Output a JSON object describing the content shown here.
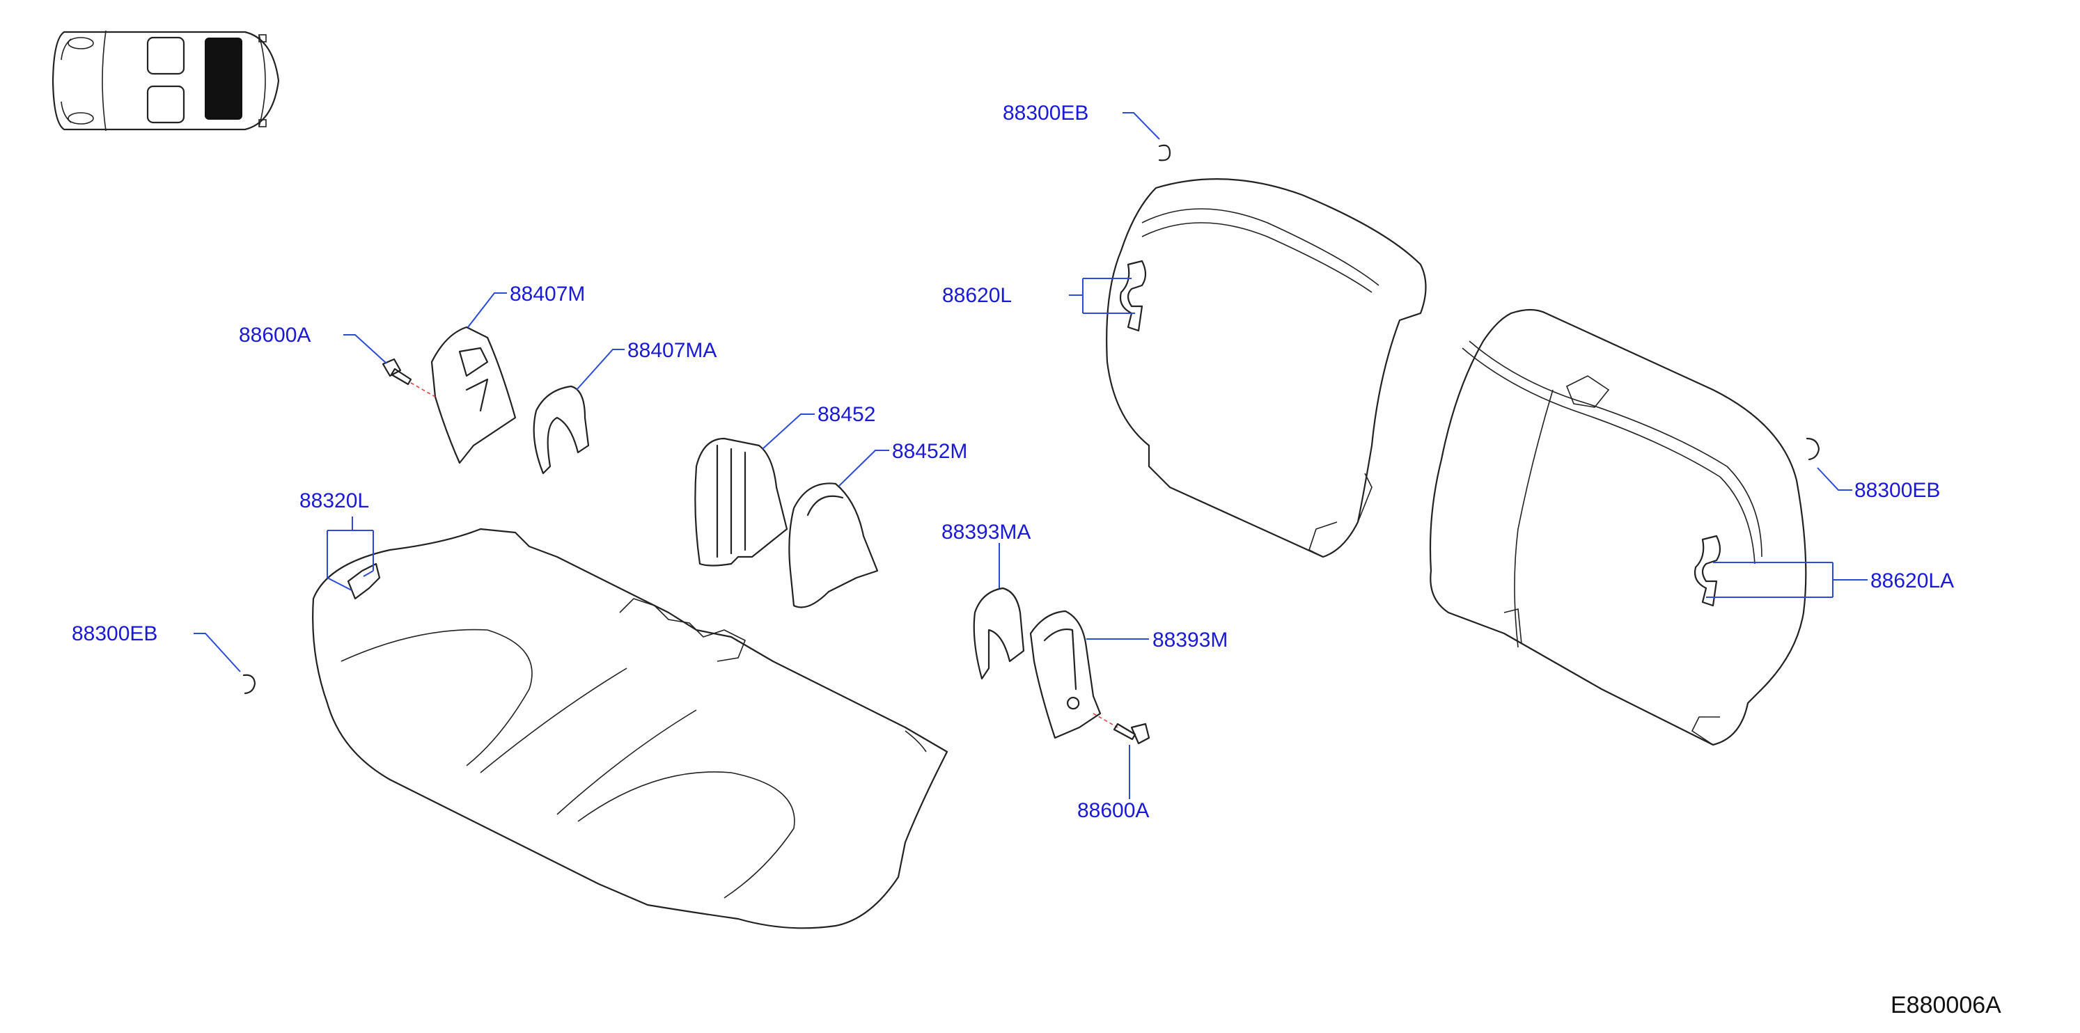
{
  "diagram_code": "E880006A",
  "colors": {
    "label": "#1a1ad6",
    "leader": "#2a4bd6",
    "outline": "#222222",
    "highlight": "#111111"
  },
  "icons": {
    "vehicle": "car-top-view-icon"
  },
  "labels": [
    {
      "id": "c1",
      "text": "88300EB"
    },
    {
      "id": "c2",
      "text": "88620L"
    },
    {
      "id": "c3",
      "text": "88407M"
    },
    {
      "id": "c4",
      "text": "88600A"
    },
    {
      "id": "c5",
      "text": "88407MA"
    },
    {
      "id": "c6",
      "text": "88452"
    },
    {
      "id": "c7",
      "text": "88452M"
    },
    {
      "id": "c8",
      "text": "88320L"
    },
    {
      "id": "c9",
      "text": "88393MA"
    },
    {
      "id": "c10",
      "text": "88300EB"
    },
    {
      "id": "c11",
      "text": "88393M"
    },
    {
      "id": "c12",
      "text": "88600A"
    },
    {
      "id": "c13",
      "text": "88300EB"
    },
    {
      "id": "c14",
      "text": "88620LA"
    }
  ]
}
